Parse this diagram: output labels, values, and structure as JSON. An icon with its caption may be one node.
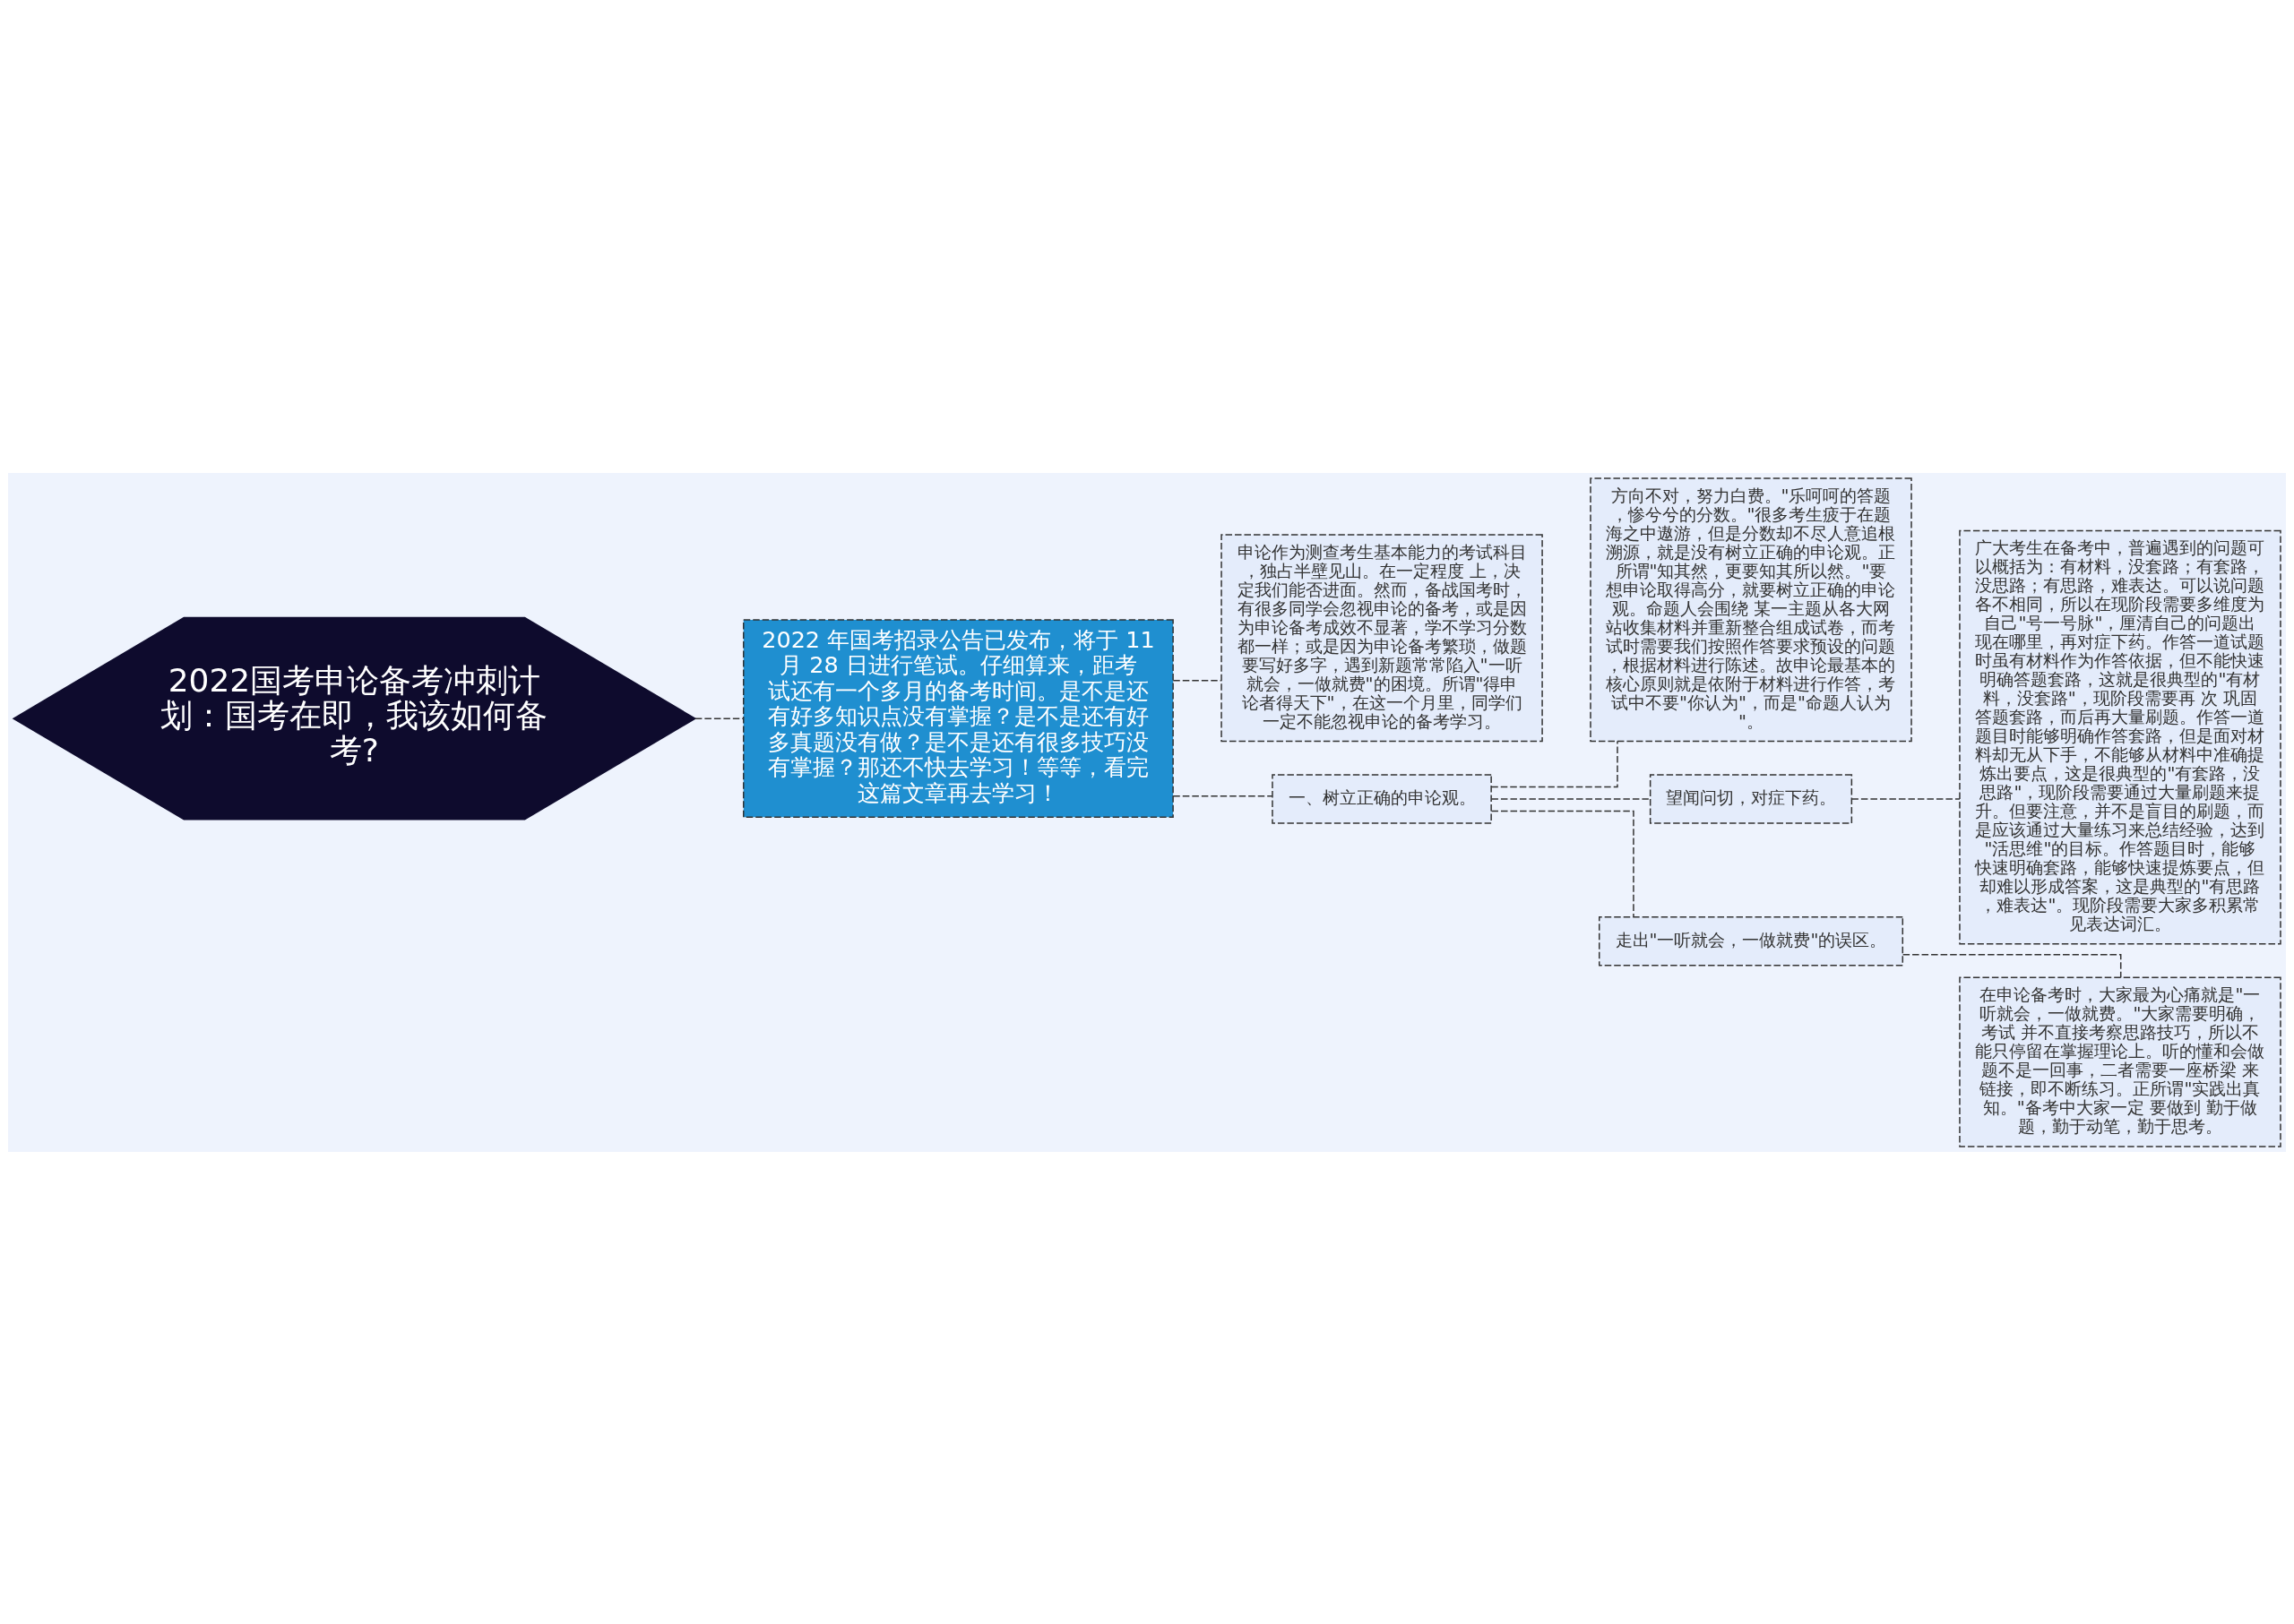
{
  "diagram": {
    "nodes": [
      {
        "text": [
          "2022国考申论备考冲刺计划：国考在即，我该如何备考?"
        ]
      },
      {
        "text": [
          "2022 年国考招录公告已发布，将于 11 月 28 日进行笔试。仔细算来，距考试还有一个多月的备考时间。是不是还有好多知识点没有掌握？是不是还有好多真题没有做？是不是还有很多技巧没有掌握？那还不快去学习！等等，看完这篇文章再去学习！"
        ]
      },
      {
        "text": [
          "申论作为测查考生基本能力的考试科目，独占半壁见山。在一定程度 上，决定我们能否进面。然而，备战国考时，有很多同学会忽视申论的备考，或是因为申论备考成效不显著，学不学习分数都一样；或是因为申论备考繁琐，做题要写好多字，遇到新题常常陷入\"一听就会，一做就费\"的困境。所谓\"得申论者得天下\"，在这一个月里，同学们一定不能忽视申论的备考学习。"
        ]
      },
      {
        "text": [
          "一、树立正确的申论观。"
        ]
      },
      {
        "text": [
          "方向不对，努力白费。\"乐呵呵的答题，惨兮兮的分数。\"很多考生疲于在题海之中遨游，但是分数却不尽人意追根溯源，就是没有树立正确的申论观。正所谓\"知其然，更要知其所以然。\"要想申论取得高分，就要树立正确的申论观。命题人会围绕 某一主题从各大网站收集材料并重新整合组成试卷，而考试时需要我们按照作答要求预设的问题，根据材料进行陈述。故申论最基本的核心原则就是依附于材料进行作答，考试中不要\"你认为\"，而是\"命题人认为\"。"
        ]
      },
      {
        "text": [
          "望闻问切，对症下药。"
        ]
      },
      {
        "text": [
          "广大考生在备考中，普遍遇到的问题可以概括为：有材料，没套路；有套路，没思路；有思路，难表达。可以说问题各不相同，所以在现阶段需要多维度为自己\"号一号脉\"，厘清自己的问题出现在哪里，再对症下药。作答一道试题时虽有材料作为作答依据，但不能快速明确答题套路，这就是很典型的\"有材料，没套路\"，现阶段需要再 次 巩固答题套路，而后再大量刷题。作答一道题目时能够明确作答套路，但是面对材料却无从下手，不能够从材料中准确提炼出要点，这是很典型的\"有套路，没思路\"，现阶段需要通过大量刷题来提升。但要注意，并不是盲目的刷题，而是应该通过大量练习来总结经验，达到\"活思维\"的目标。作答题目时，能够快速明确套路，能够快速提炼要点，但却难以形成答案，这是典型的\"有思路，难表达\"。现阶段需要大家多积累常见表达词汇。"
        ]
      },
      {
        "text": [
          "走出\"一听就会，一做就费\"的误区。"
        ]
      },
      {
        "text": [
          "在申论备考时，大家最为心痛就是\"一听就会，一做就费。\"大家需要明确，考试 并不直接考察思路技巧，所以不能只停留在掌握理论上。听的懂和会做题不是一回事，二者需要一座桥梁 来链接，即不断练习。正所谓\"实践出真知。\"备考中大家一定 要做到 勤于做题，勤于动笔，勤于思考。"
        ]
      }
    ],
    "edges": [
      {
        "from": 0,
        "to": 1,
        "arrow": "none",
        "style": "dashed"
      },
      {
        "from": 1,
        "to": 2,
        "arrow": "none",
        "style": "dashed"
      },
      {
        "from": 1,
        "to": 3,
        "arrow": "none",
        "style": "dashed"
      },
      {
        "from": 3,
        "to": 4,
        "arrow": "none",
        "style": "dashed"
      },
      {
        "from": 3,
        "to": 5,
        "arrow": "none",
        "style": "dashed"
      },
      {
        "from": 5,
        "to": 6,
        "arrow": "none",
        "style": "dashed"
      },
      {
        "from": 3,
        "to": 7,
        "arrow": "none",
        "style": "dashed"
      },
      {
        "from": 7,
        "to": 8,
        "arrow": "none",
        "style": "dashed"
      }
    ]
  }
}
